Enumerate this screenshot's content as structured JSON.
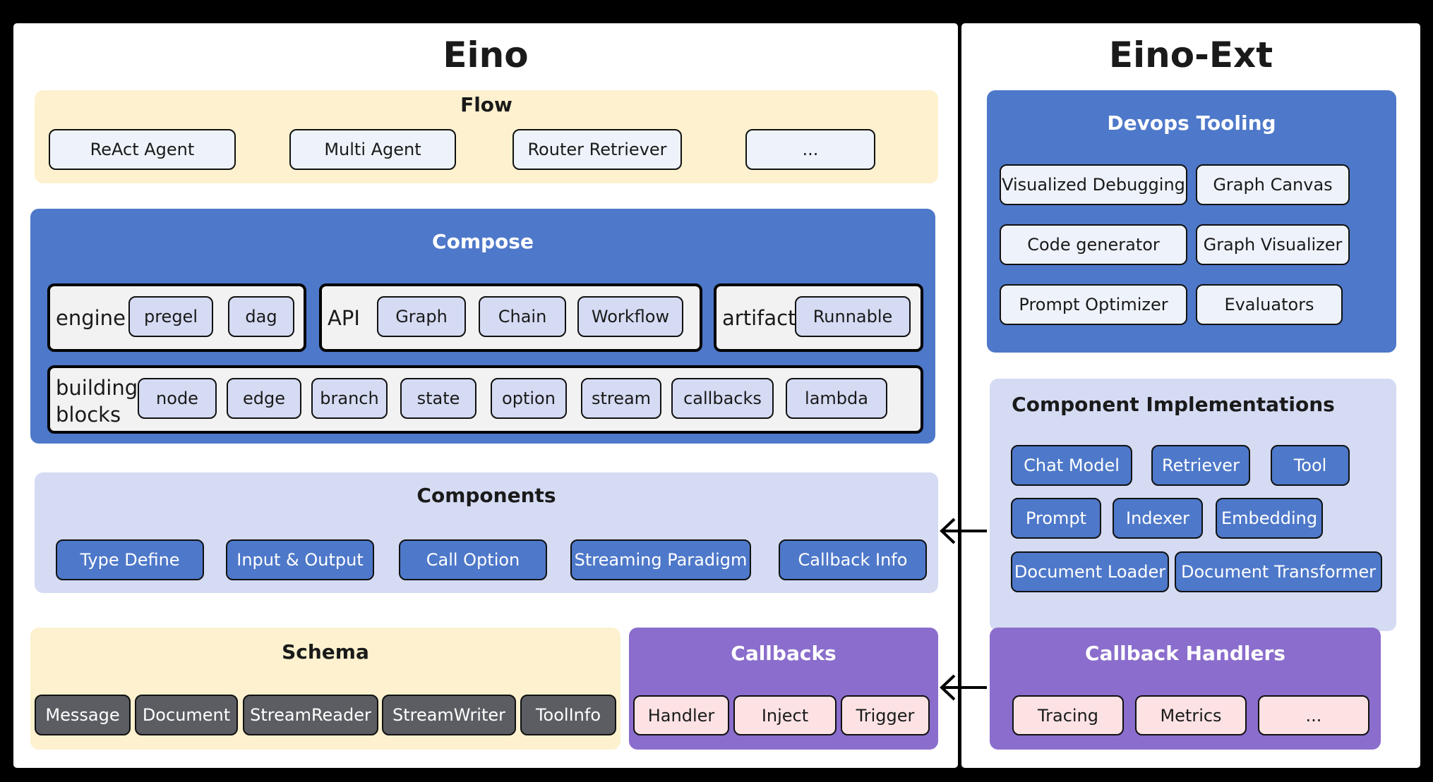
{
  "colors": {
    "flow_bg": "#fdf1cf",
    "compose_bg": "#4e78c9",
    "components_bg": "#d5dbf3",
    "schema_bg": "#fdf1cf",
    "callbacks_bg": "#8a6dcc",
    "chip_blue": "#4e78c9",
    "chip_dark": "#5b5d62",
    "chip_pink": "#fde2e4"
  },
  "eino": {
    "title": "Eino",
    "flow": {
      "title": "Flow",
      "items": [
        "ReAct Agent",
        "Multi Agent",
        "Router Retriever",
        "..."
      ]
    },
    "compose": {
      "title": "Compose",
      "engine": {
        "label": "engine",
        "items": [
          "pregel",
          "dag"
        ]
      },
      "api": {
        "label": "API",
        "items": [
          "Graph",
          "Chain",
          "Workflow"
        ]
      },
      "artifact": {
        "label": "artifact",
        "items": [
          "Runnable"
        ]
      },
      "building_blocks": {
        "label_line1": "building",
        "label_line2": "blocks",
        "items": [
          "node",
          "edge",
          "branch",
          "state",
          "option",
          "stream",
          "callbacks",
          "lambda"
        ]
      }
    },
    "components": {
      "title": "Components",
      "items": [
        "Type Define",
        "Input & Output",
        "Call Option",
        "Streaming Paradigm",
        "Callback Info"
      ]
    },
    "schema": {
      "title": "Schema",
      "items": [
        "Message",
        "Document",
        "StreamReader",
        "StreamWriter",
        "ToolInfo"
      ]
    },
    "callbacks": {
      "title": "Callbacks",
      "items": [
        "Handler",
        "Inject",
        "Trigger"
      ]
    }
  },
  "eino_ext": {
    "title": "Eino-Ext",
    "devops": {
      "title": "Devops Tooling",
      "items": [
        "Visualized Debugging",
        "Graph Canvas",
        "Code generator",
        "Graph Visualizer",
        "Prompt Optimizer",
        "Evaluators"
      ]
    },
    "component_impl": {
      "title": "Component Implementations",
      "items": [
        "Chat Model",
        "Retriever",
        "Tool",
        "Prompt",
        "Indexer",
        "Embedding",
        "Document Loader",
        "Document Transformer"
      ]
    },
    "callback_handlers": {
      "title": "Callback Handlers",
      "items": [
        "Tracing",
        "Metrics",
        "..."
      ]
    }
  }
}
